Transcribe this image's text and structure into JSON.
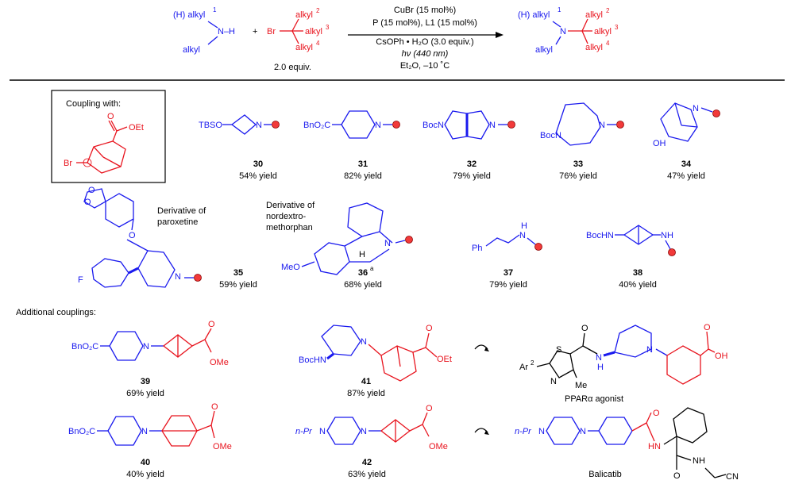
{
  "scheme": {
    "amine": {
      "h_alkyl": "(H) alkyl",
      "sup1": "1",
      "n_h": "N–H",
      "alkyl": "alkyl"
    },
    "plus": "+",
    "bromide": {
      "br": "Br",
      "alkyl2": "alkyl",
      "sup2": "2",
      "alkyl3": "alkyl",
      "sup3": "3",
      "alkyl4": "alkyl",
      "sup4": "4"
    },
    "equiv": "2.0 equiv.",
    "conditions": [
      "CuBr (15 mol%)",
      "P (15 mol%), L1 (15 mol%)",
      "CsOPh • H₂O (3.0 equiv.)",
      "hν (440 nm)",
      "Et₂O, –10 ˚C"
    ],
    "product": {
      "h_alkyl": "(H) alkyl",
      "sup1": "1",
      "n": "N",
      "alkyl": "alkyl",
      "alkyl2": "alkyl",
      "sup2": "2",
      "alkyl3": "alkyl",
      "sup3": "3",
      "alkyl4": "alkyl",
      "sup4": "4"
    }
  },
  "coupling_box": {
    "title": "Coupling with:",
    "o": "O",
    "oet": "OEt",
    "br": "Br"
  },
  "compounds": [
    {
      "id": "30",
      "yield": "54% yield",
      "groups": [
        "TBSO",
        "N"
      ]
    },
    {
      "id": "31",
      "yield": "82% yield",
      "groups": [
        "BnO₂C",
        "N"
      ]
    },
    {
      "id": "32",
      "yield": "79% yield",
      "groups": [
        "BocN",
        "N"
      ]
    },
    {
      "id": "33",
      "yield": "76% yield",
      "groups": [
        "BocN",
        "N"
      ]
    },
    {
      "id": "34",
      "yield": "47% yield",
      "groups": [
        "N",
        "OH"
      ]
    },
    {
      "id": "35",
      "yield": "59% yield",
      "groups": [
        "O",
        "O",
        "O",
        "F",
        "N"
      ],
      "note": [
        "Derivative of",
        "paroxetine"
      ]
    },
    {
      "id": "36",
      "sup": "a",
      "yield": "68% yield",
      "groups": [
        "MeO",
        "H",
        "N"
      ],
      "note": [
        "Derivative of",
        "nordextro-",
        "methorphan"
      ]
    },
    {
      "id": "37",
      "yield": "79% yield",
      "groups": [
        "Ph",
        "H",
        "N"
      ]
    },
    {
      "id": "38",
      "yield": "40% yield",
      "groups": [
        "BocHN",
        "NH"
      ]
    }
  ],
  "additional": {
    "title": "Additional couplings:",
    "items": [
      {
        "id": "39",
        "yield": "69% yield",
        "groups": [
          "BnO₂C",
          "N",
          "O",
          "OMe"
        ]
      },
      {
        "id": "41",
        "yield": "87% yield",
        "groups": [
          "BocHN",
          "N",
          "O",
          "OEt"
        ]
      },
      {
        "id": "40",
        "yield": "40% yield",
        "groups": [
          "BnO₂C",
          "N",
          "O",
          "OMe"
        ]
      },
      {
        "id": "42",
        "yield": "63% yield",
        "groups": [
          "n-Pr",
          "N",
          "N",
          "O",
          "OMe"
        ]
      }
    ],
    "targets": [
      {
        "name": "PPARα agonist",
        "groups": [
          "O",
          "S",
          "N",
          "H",
          "N",
          "Ar",
          "2",
          "N",
          "Me",
          "O",
          "OH"
        ]
      },
      {
        "name": "Balicatib",
        "groups": [
          "n-Pr",
          "N",
          "N",
          "O",
          "HN",
          "O",
          "NH",
          "CN"
        ]
      }
    ]
  }
}
